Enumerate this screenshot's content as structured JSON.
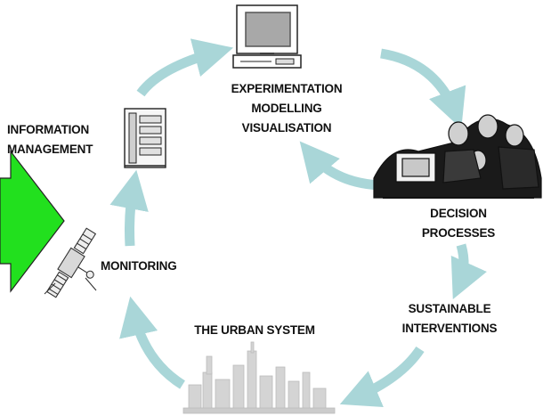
{
  "labels": {
    "experimentation": [
      "EXPERIMENTATION",
      "MODELLING",
      "VISUALISATION"
    ],
    "information": [
      "INFORMATION",
      "MANAGEMENT"
    ],
    "decision": [
      "DECISION",
      "PROCESSES"
    ],
    "sustainable": [
      "SUSTAINABLE",
      "INTERVENTIONS"
    ],
    "monitoring": [
      "MONITORING"
    ],
    "urban": [
      "THE URBAN SYSTEM"
    ]
  },
  "icons": [
    "computer-icon",
    "server-rack-icon",
    "meeting-people-icon",
    "satellite-icon",
    "city-skyline-icon",
    "arrow-icon"
  ],
  "colors": {
    "arrow": "#a9d6d8",
    "pointer": "#22e01e",
    "clipart": "#444444"
  }
}
